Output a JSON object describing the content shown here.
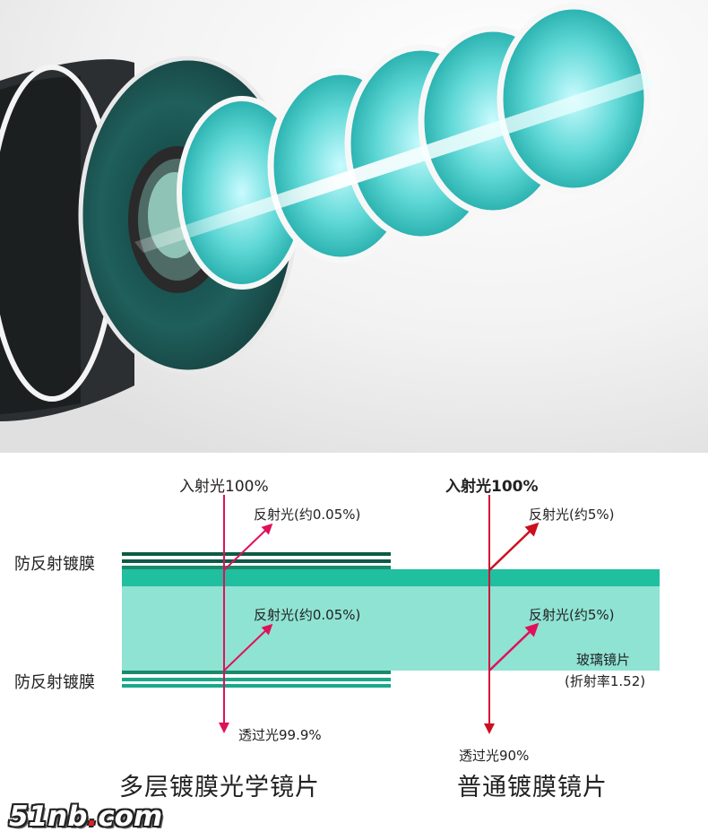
{
  "diagram": {
    "left": {
      "incident": "入射光100%",
      "reflect_top": "反射光(约0.05%)",
      "reflect_bottom": "反射光(约0.05%)",
      "transmit": "透过光99.9%",
      "caption": "多层镀膜光学镜片"
    },
    "right": {
      "incident": "入射光100%",
      "reflect_top": "反射光(约5%)",
      "reflect_bottom": "反射光(约5%)",
      "transmit": "透过光90%",
      "caption": "普通镀膜镜片",
      "glass_label": "玻璃镜片",
      "glass_index": "(折射率1.52)"
    },
    "side_labels": {
      "top": "防反射镀膜",
      "bottom": "防反射镀膜"
    },
    "colors": {
      "teal_dark": "#1aa88c",
      "teal_light": "#8fe3d3",
      "stripe_dark": "#0d5a45",
      "arrow": "#e0105a"
    }
  },
  "watermark": {
    "prefix": "51nb",
    "dot": ".",
    "suffix": "com"
  }
}
